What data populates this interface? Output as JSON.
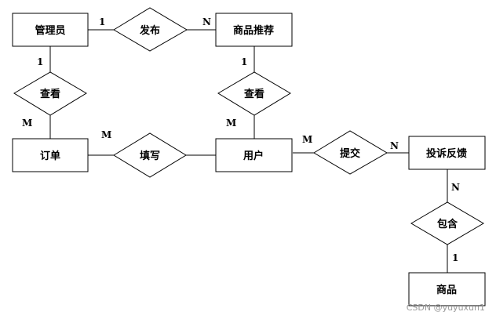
{
  "entities": [
    {
      "id": "admin",
      "label": "管理员"
    },
    {
      "id": "recommend",
      "label": "商品推荐"
    },
    {
      "id": "order",
      "label": "订单"
    },
    {
      "id": "user",
      "label": "用户"
    },
    {
      "id": "feedback",
      "label": "投诉反馈"
    },
    {
      "id": "product",
      "label": "商品"
    }
  ],
  "relationships": [
    {
      "id": "publish",
      "label": "发布"
    },
    {
      "id": "view_order",
      "label": "查看"
    },
    {
      "id": "view_recommend",
      "label": "查看"
    },
    {
      "id": "fill",
      "label": "填写"
    },
    {
      "id": "submit",
      "label": "提交"
    },
    {
      "id": "contain",
      "label": "包含"
    }
  ],
  "cardinalities": [
    {
      "id": "admin_publish",
      "label": "1"
    },
    {
      "id": "publish_recommend",
      "label": "N"
    },
    {
      "id": "admin_view",
      "label": "1"
    },
    {
      "id": "view_order",
      "label": "M"
    },
    {
      "id": "recommend_view",
      "label": "1"
    },
    {
      "id": "view_user",
      "label": "M"
    },
    {
      "id": "order_fill",
      "label": "M"
    },
    {
      "id": "user_submit",
      "label": "M"
    },
    {
      "id": "submit_feedback",
      "label": "N"
    },
    {
      "id": "feedback_contain",
      "label": "N"
    },
    {
      "id": "contain_product",
      "label": "1"
    }
  ],
  "watermark": "CSDN @yuyuxun1"
}
